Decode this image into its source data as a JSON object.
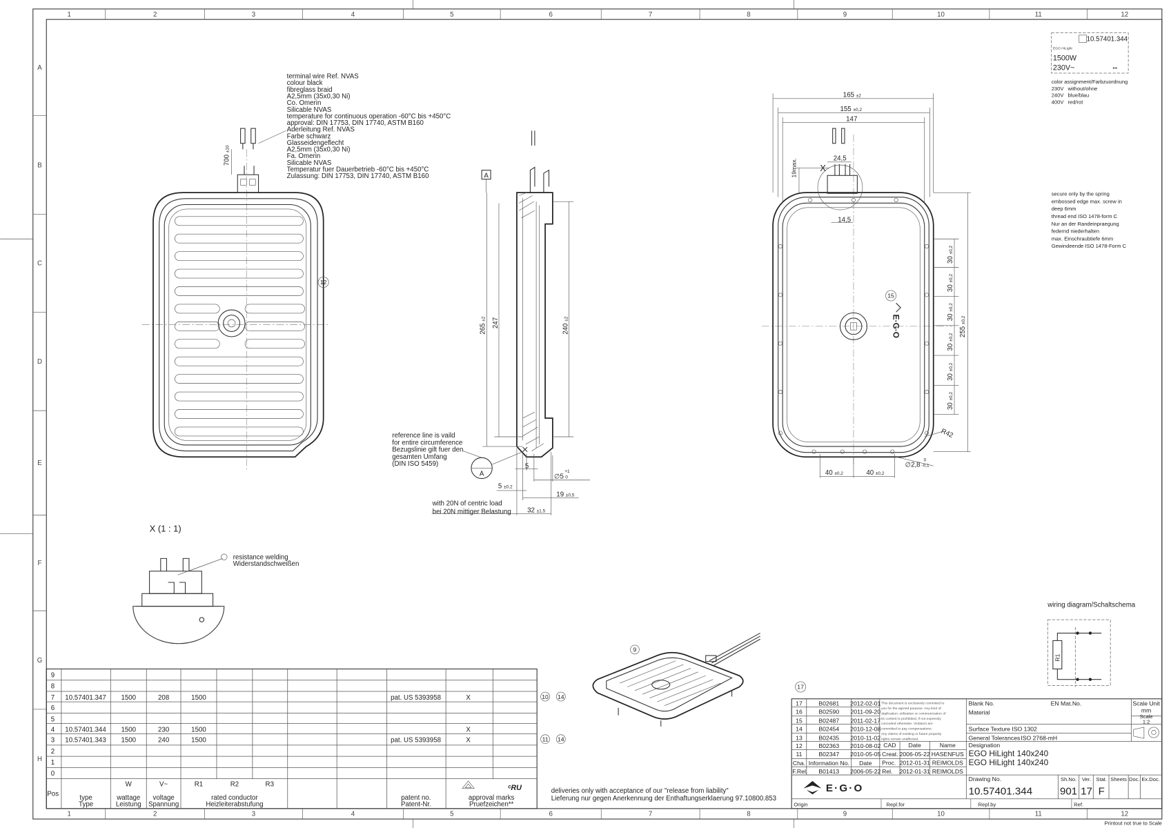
{
  "sheet": {
    "zone_columns": [
      "1",
      "2",
      "3",
      "4",
      "5",
      "6",
      "7",
      "8",
      "9",
      "10",
      "11",
      "12"
    ],
    "zone_rows": [
      "A",
      "B",
      "C",
      "D",
      "E",
      "F",
      "G",
      "H"
    ],
    "printout_note": "Printout not true to Scale"
  },
  "label_box": {
    "part_no": "10.57401.344",
    "brand": "EGO HiLight",
    "power": "1500W",
    "voltage": "230V~",
    "marks": "**"
  },
  "color_assignment": {
    "title": "color assignment/Farbzuordnung",
    "rows": [
      {
        "voltage": "230V",
        "color": "without/ohne"
      },
      {
        "voltage": "240V",
        "color": "blue/blau"
      },
      {
        "voltage": "400V",
        "color": "red/rot"
      }
    ]
  },
  "mounting_note": [
    "secure only by the spring",
    "embossed edge max. screw in",
    "deep 6mm",
    "thread end ISO 1478-form C",
    "Nur an der Randeinpraegung",
    "federnd niederhalten",
    "max. Einschraubtiefe 6mm",
    "Gewindeende ISO 1478-Form C"
  ],
  "wire_note": [
    "terminal wire Ref. NVAS",
    "colour black",
    "fibreglass braid",
    "A2,5mm (35x0,30 Ni)",
    "Co. Omerin",
    "Silicable NVAS",
    "temperature for continuous operation -60°C bis +450°C",
    "approval: DIN 17753, DIN 17740, ASTM B160",
    "Aderleitung Ref. NVAS",
    "Farbe schwarz",
    "Glasseidengeflecht",
    "A2,5mm (35x0,30 Ni)",
    "Fa. Omerin",
    "Silicable NVAS",
    "Temperatur fuer Dauerbetrieb -60°C bis +450°C",
    "Zulassung: DIN 17753, DIN 17740, ASTM B160"
  ],
  "front_view": {
    "wire_length": {
      "value": "700",
      "tol": "±10"
    },
    "callout": "12"
  },
  "side_view": {
    "datum": "A",
    "dim_265": {
      "value": "265",
      "tol": "±2"
    },
    "dim_247": {
      "value": "247",
      "tol": ""
    },
    "dim_240": {
      "value": "240",
      "tol": "±2"
    },
    "dim_5": {
      "value": "5",
      "tol": ""
    },
    "dim_dia5": {
      "value": "∅5",
      "tol_upper": "+1",
      "tol_lower": "0"
    },
    "dim_5_02": {
      "value": "5",
      "tol": "±0,2"
    },
    "dim_19": {
      "value": "19",
      "tol": "±0,5"
    },
    "dim_32": {
      "value": "32",
      "tol": "±1,5"
    },
    "reference_note": [
      "reference line is vaild",
      "for entire circumference",
      "Bezugslinie gilt fuer den",
      "gesamten Umfang",
      "(DIN ISO 5459)"
    ],
    "load_note": [
      "with 20N of centric load",
      "bei 20N mittiger Belastung"
    ]
  },
  "top_view": {
    "dim_165": {
      "value": "165",
      "tol": "±2"
    },
    "dim_155": {
      "value": "155",
      "tol": "±0,2"
    },
    "dim_147": {
      "value": "147",
      "tol": ""
    },
    "dim_24_5": "24,5",
    "dim_14_5": "14,5",
    "dim_19max": "19max.",
    "detail_marker": "X",
    "pitch_30": {
      "value": "30",
      "tol": "±0,2"
    },
    "dim_255": {
      "value": "255",
      "tol": "±0,2"
    },
    "radius": "R42",
    "hole": {
      "value": "∅2,8",
      "tol_upper": "0",
      "tol_lower": "-0,1"
    },
    "dim_40_left": {
      "value": "40",
      "tol": "±0,2"
    },
    "dim_40_right": {
      "value": "40",
      "tol": "±0,2"
    },
    "callout": "15",
    "logo": "E·G·O"
  },
  "detail_x": {
    "title": "X (1 : 1)",
    "note": [
      "resistance welding",
      "Widerstandschweißen"
    ]
  },
  "wiring": {
    "title": "wiring diagram/Schaltschema",
    "resistor": "R1"
  },
  "iso_view": {
    "callout": "9"
  },
  "variant_table": {
    "rows": [
      {
        "pos": "9",
        "type": "",
        "w": "",
        "v": "",
        "r1": "",
        "r2": "",
        "r3": "",
        "c8": "",
        "c9": "",
        "patent": "",
        "mark1": "",
        "mark2": ""
      },
      {
        "pos": "8",
        "type": "",
        "w": "",
        "v": "",
        "r1": "",
        "r2": "",
        "r3": "",
        "c8": "",
        "c9": "",
        "patent": "",
        "mark1": "",
        "mark2": ""
      },
      {
        "pos": "7",
        "type": "10.57401.347",
        "w": "1500",
        "v": "208",
        "r1": "1500",
        "r2": "",
        "r3": "",
        "c8": "",
        "c9": "",
        "patent": "pat. US 5393958",
        "mark1": "X",
        "mark2": ""
      },
      {
        "pos": "6",
        "type": "",
        "w": "",
        "v": "",
        "r1": "",
        "r2": "",
        "r3": "",
        "c8": "",
        "c9": "",
        "patent": "",
        "mark1": "",
        "mark2": ""
      },
      {
        "pos": "5",
        "type": "",
        "w": "",
        "v": "",
        "r1": "",
        "r2": "",
        "r3": "",
        "c8": "",
        "c9": "",
        "patent": "",
        "mark1": "",
        "mark2": ""
      },
      {
        "pos": "4",
        "type": "10.57401.344",
        "w": "1500",
        "v": "230",
        "r1": "1500",
        "r2": "",
        "r3": "",
        "c8": "",
        "c9": "",
        "patent": "",
        "mark1": "X",
        "mark2": ""
      },
      {
        "pos": "3",
        "type": "10.57401.343",
        "w": "1500",
        "v": "240",
        "r1": "1500",
        "r2": "",
        "r3": "",
        "c8": "",
        "c9": "",
        "patent": "pat. US 5393958",
        "mark1": "X",
        "mark2": ""
      },
      {
        "pos": "2",
        "type": "",
        "w": "",
        "v": "",
        "r1": "",
        "r2": "",
        "r3": "",
        "c8": "",
        "c9": "",
        "patent": "",
        "mark1": "",
        "mark2": ""
      },
      {
        "pos": "1",
        "type": "",
        "w": "",
        "v": "",
        "r1": "",
        "r2": "",
        "r3": "",
        "c8": "",
        "c9": "",
        "patent": "",
        "mark1": "",
        "mark2": ""
      },
      {
        "pos": "0",
        "type": "",
        "w": "",
        "v": "",
        "r1": "",
        "r2": "",
        "r3": "",
        "c8": "",
        "c9": "",
        "patent": "",
        "mark1": "",
        "mark2": ""
      }
    ],
    "header": {
      "pos": "Pos",
      "type": [
        "type",
        "Type"
      ],
      "w_unit": "W",
      "w": [
        "wattage",
        "Leistung"
      ],
      "v_unit": "V~",
      "v": [
        "voltage",
        "Spannung"
      ],
      "r1": "R1",
      "r2": "R2",
      "r3": "R3",
      "rated": [
        "rated conductor",
        "Heizleiterabstufung"
      ],
      "patent": [
        "patent no.",
        "Patent-Nr."
      ],
      "approval": [
        "approval marks",
        "Pruefzeichen**"
      ],
      "approval_icons": [
        "vde-triangle-icon",
        "cru-us-mark-icon"
      ]
    },
    "row_callouts": [
      {
        "pos": "7",
        "callouts": [
          "10",
          "14"
        ]
      },
      {
        "pos": "3",
        "callouts": [
          "11",
          "14"
        ]
      }
    ]
  },
  "delivery_note": [
    "deliveries only with acceptance of our \"release from liability\"",
    "Lieferung nur gegen Anerkennung der Enthaftungserklaerung 97.10800.853"
  ],
  "title_block": {
    "callout": "17",
    "changes": [
      {
        "cha": "17",
        "info": "B02681",
        "date": "2012-02-01"
      },
      {
        "cha": "16",
        "info": "B02590",
        "date": "2011-09-20"
      },
      {
        "cha": "15",
        "info": "B02487",
        "date": "2011-02-17"
      },
      {
        "cha": "14",
        "info": "B02454",
        "date": "2010-12-08"
      },
      {
        "cha": "13",
        "info": "B02435",
        "date": "2010-11-02"
      },
      {
        "cha": "12",
        "info": "B02363",
        "date": "2010-08-02"
      },
      {
        "cha": "11",
        "info": "B02347",
        "date": "2010-05-05"
      }
    ],
    "change_header": {
      "cha": "Cha.",
      "info": "Information No.",
      "date": "Date"
    },
    "release": {
      "label": "F.Rel.",
      "info": "B01413",
      "date": "2006-05-22"
    },
    "legal_notice": [
      "This document is exclusively commited to",
      "you for the agreed purpose. Any kind of",
      "duplication, utilization or communication of",
      "its content is prohibited, if not expressly",
      "conceded otherwise. Violators are",
      "committed to pay compensations.",
      "Any claims of existing or future property",
      "rights remain unaffected."
    ],
    "approvals_header": {
      "role": "CAD",
      "date": "Date",
      "name": "Name"
    },
    "approvals": [
      {
        "role": "Creat.",
        "date": "2006-05-22",
        "name": "HASENFUS"
      },
      {
        "role": "Proc.",
        "date": "2012-01-31",
        "name": "REIMOLDS"
      },
      {
        "role": "Rel.",
        "date": "2012-01-31",
        "name": "REIMOLDS"
      }
    ],
    "logo": "E·G·O",
    "blank_no_label": "Blank No.",
    "en_mat_no_label": "EN Mat.No.",
    "material_label": "Material",
    "scale_unit_label": "Scale Unit",
    "scale_unit": "mm",
    "scale_label": "Scale",
    "scale": "1:2",
    "surface_texture": "Surface Texture ISO 1302",
    "general_tolerances_label": "General Tolerances",
    "general_tolerances": "ISO 2768-mH",
    "designation_label": "Designation",
    "designation": [
      "EGO HiLight 140x240",
      "EGO HiLight 140x240"
    ],
    "drawing_no_label": "Drawing No.",
    "drawing_no": "10.57401.344",
    "sheet_no_label": "Sh.No.",
    "sheet_no": "901",
    "version_label": "Ver.",
    "version": "17",
    "status_label": "Stat.",
    "status": "F",
    "sheets_label": "Sheets",
    "doc_label": "Doc.",
    "ex_doc_label": "Ex.Doc.",
    "origin_label": "Origin",
    "repl_for_label": "Repl.for",
    "repl_by_label": "Repl.by",
    "ref_label": "Ref."
  }
}
